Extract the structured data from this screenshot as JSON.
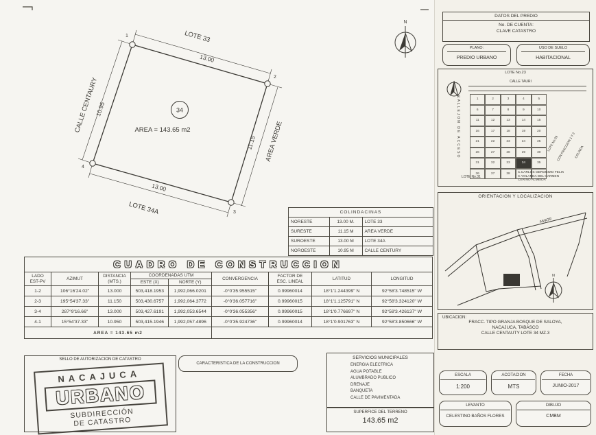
{
  "colors": {
    "ink": "#3b3934",
    "paper": "#f6f5f1"
  },
  "plot": {
    "north_label": "N",
    "lot_number": "34",
    "area_label": "AREA = 143.65 m2",
    "corner_1": "1",
    "corner_2": "2",
    "corner_3": "3",
    "corner_4": "4",
    "top_name": "LOTE 33",
    "top_dim": "13.00",
    "left_name": "CALLE CENTAURY",
    "left_dim": "10.95",
    "right_name": "AREA VERDE",
    "right_dim": "11.15",
    "bottom_name": "LOTE 34A",
    "bottom_dim": "13.00"
  },
  "colindancias": {
    "title": "COLINDACINAS",
    "rows": [
      {
        "dir": "NORESTE",
        "dist": "13.00 M.",
        "name": "LOTE 33"
      },
      {
        "dir": "SURESTE",
        "dist": "11.15 M",
        "name": "AREA VERDE"
      },
      {
        "dir": "SUROESTE",
        "dist": "13.00 M",
        "name": "LOTE 34A"
      },
      {
        "dir": "NOROESTE",
        "dist": "10.95 M",
        "name": "CALLE CENTURY"
      }
    ]
  },
  "cuadro": {
    "title": "CUADRO DE CONSTRUCCION",
    "h_lado1": "LADO",
    "h_lado2": "EST-PV",
    "h_azimut": "AZIMUT",
    "h_dist1": "DISTANCIA",
    "h_dist2": "(MTS.)",
    "h_coord": "COORDENADAS UTM",
    "h_este": "ESTE (X)",
    "h_norte": "NORTE (Y)",
    "h_conv": "CONVERGENCIA",
    "h_factor1": "FACTOR DE",
    "h_factor2": "ESC. LINEAL",
    "h_lat": "LATITUD",
    "h_lon": "LONGITUD",
    "rows": [
      {
        "lado": "1-2",
        "azimut": "106°16'24.02\"",
        "dist": "13.000",
        "este": "503,418.1953",
        "norte": "1,992,066.0201",
        "conv": "-0°0'35.955515\"",
        "factor": "0.99960014",
        "lat": "18°1'1.244399\" N",
        "lon": "92°58'3.748515\" W"
      },
      {
        "lado": "2-3",
        "azimut": "195°54'37.33\"",
        "dist": "11.150",
        "este": "503,430.6757",
        "norte": "1,992,064.3772",
        "conv": "-0°0'36.057716\"",
        "factor": "0.99960015",
        "lat": "18°1'1.125791\" N",
        "lon": "92°58'3.324120\" W"
      },
      {
        "lado": "3-4",
        "azimut": "287°9'16.66\"",
        "dist": "13.000",
        "este": "503,427.6191",
        "norte": "1,992,053.6544",
        "conv": "-0°0'36.055356\"",
        "factor": "0.99960015",
        "lat": "18°1'0.776697\" N",
        "lon": "92°58'3.426137\" W"
      },
      {
        "lado": "4-1",
        "azimut": "15°54'37.33\"",
        "dist": "10.950",
        "este": "503,415.1946",
        "norte": "1,992,057.4896",
        "conv": "-0°0'35.924736\"",
        "factor": "0.99960014",
        "lat": "18°1'0.901763\" N",
        "lon": "92°58'3.850666\" W"
      }
    ],
    "area_total": "AREA = 143.65 m2"
  },
  "datos_predio": {
    "title": "DATOS DEL PREDIO",
    "line1": "No. DE CUENTA:",
    "line2": "CLAVE CATASTRO"
  },
  "plano": {
    "label": "PLANO:",
    "value": "PREDIO URBANO"
  },
  "uso_suelo": {
    "label": "USO DE SUELO",
    "value": "HABITACIONAL"
  },
  "croquis": {
    "lote_top": "LOTE No.23",
    "calle_top": "CALLE TAURI",
    "callejon": "CALLEJON DE ACCESO",
    "lote39": "LOTE No.39",
    "fraccion": "CON FRACCION 1 Y 2",
    "colinda": "COLINDA",
    "lote31": "LOTE No.31",
    "owner1": "C.CARLOS GERONIMO FELIX",
    "owner2": "C.YOLANDA DEL CARMEN",
    "owner3": "CERINO ALMEIDA",
    "highlight": "34",
    "north_label": "N",
    "lots": [
      "1",
      "2",
      "3",
      "4",
      "5",
      "6",
      "7",
      "8",
      "9",
      "10",
      "11",
      "12",
      "13",
      "14",
      "15",
      "16",
      "17",
      "18",
      "19",
      "20",
      "21",
      "22",
      "23",
      "24",
      "25",
      "26",
      "27",
      "28",
      "29",
      "30",
      "31",
      "32",
      "33",
      "34",
      "35",
      "36",
      "37",
      "38",
      "",
      ""
    ]
  },
  "orientacion": {
    "title": "ORIENTACION Y LOCALIZACION",
    "street1": "AMATE",
    "north_label": "N"
  },
  "ubicacion": {
    "label": "UBICACION:",
    "line1": "FRACC. TIPO GRANJA BOSQUE DE SALOYA,",
    "line2": "NACAJUCA, TABASCO",
    "line3": "CALLE CENTAUTY LOTE 34 MZ.3"
  },
  "sello": {
    "title": "SELLO DE AUTORIZACION DE CATASTRO",
    "stamp1": "NACAJUCA",
    "stamp2": "URBANO",
    "stamp3": "SUBDIRECCIÓN",
    "stamp4": "DE CATASTRO"
  },
  "caracteristica": {
    "title": "CARACTERISTICA DE LA CONSTRUCCION"
  },
  "servicios": {
    "title": "SERVICIOS MUNICIPALES",
    "items": [
      "ENERGIA ELECTRICA",
      "AGUA POTABLE",
      "ALUMBRADO PUBLICO",
      "DRENAJE",
      "BANQUETA",
      "CALLE DE PAVIMENTADA"
    ]
  },
  "superficie": {
    "label": "SUPERFICE DEL TERRENO",
    "value": "143.65 m2"
  },
  "plaques": {
    "escala_label": "ESCALA",
    "escala_value": "1:200",
    "acotacion_label": "ACOTACION",
    "acotacion_value": "MTS",
    "fecha_label": "FECHA",
    "fecha_value": "JUNIO-2017",
    "levanto_label": "LEVANTO",
    "levanto_value": "CELESTINO BAÑOS FLORES",
    "dibujo_label": "DIBUJO",
    "dibujo_value": "CMBM"
  }
}
